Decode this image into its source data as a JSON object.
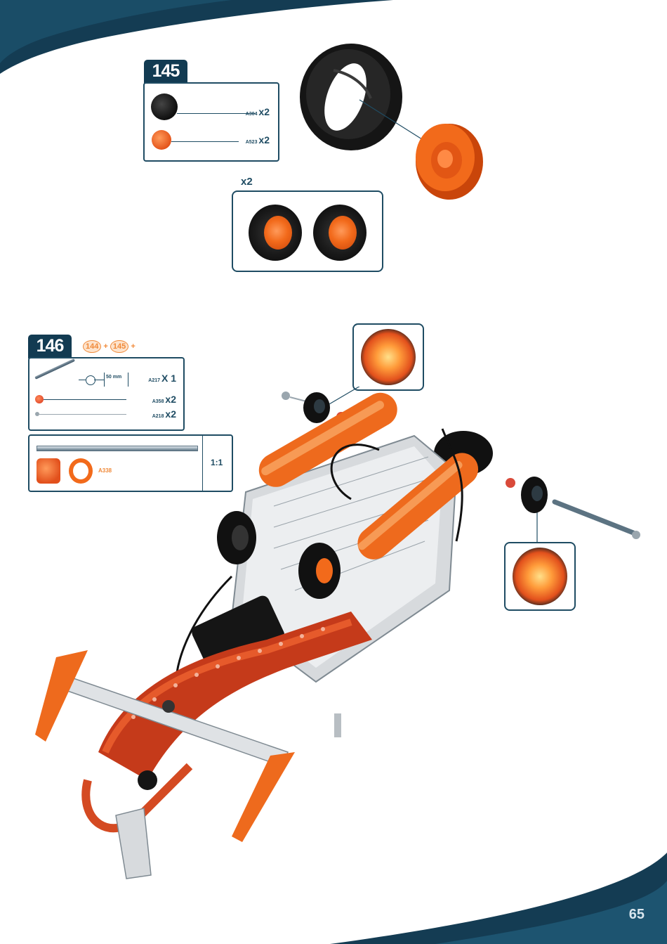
{
  "page": {
    "number": "65"
  },
  "step145": {
    "number": "145",
    "parts": [
      {
        "code": "A304",
        "qty": "x2",
        "icon": "black-tyre-icon"
      },
      {
        "code": "A523",
        "qty": "x2",
        "icon": "orange-hub-icon"
      }
    ],
    "repeat": "x2"
  },
  "step146": {
    "number": "146",
    "refs": [
      "144",
      "145"
    ],
    "ref_separator": "+",
    "parts": [
      {
        "code": "A217",
        "qty": "X 1",
        "icon": "axle-rod-icon",
        "note": "50 mm"
      },
      {
        "code": "A358",
        "qty": "x2",
        "icon": "orange-collar-icon"
      },
      {
        "code": "A218",
        "qty": "x2",
        "icon": "screw-icon"
      }
    ],
    "scale_box": {
      "code": "A338",
      "scale": "1:1"
    }
  },
  "colors": {
    "navy": "#123b52",
    "border": "#1f4c63",
    "orange": "#f26a1b",
    "black": "#111111",
    "silver": "#c8cdd2"
  }
}
